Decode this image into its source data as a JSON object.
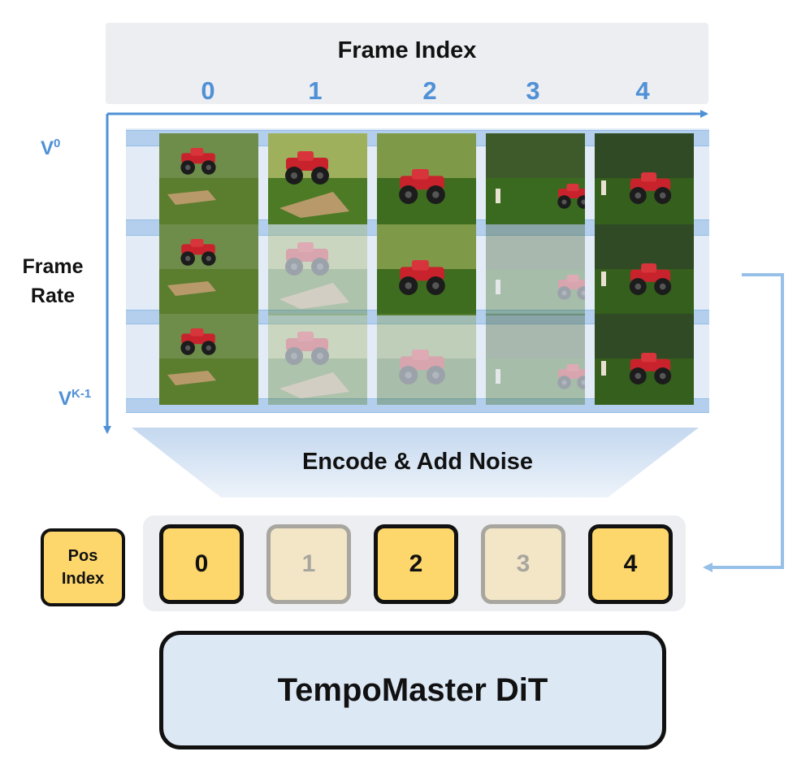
{
  "diagram": {
    "x_axis_title": "Frame Index",
    "column_indices": [
      "0",
      "1",
      "2",
      "3",
      "4"
    ],
    "y_axis_title": "Frame Rate",
    "rows": [
      {
        "label_base": "V",
        "label_sup": "0"
      },
      {
        "label_base": "",
        "label_sup": ""
      },
      {
        "label_base": "V",
        "label_sup": "K-1"
      }
    ],
    "frame_visible": [
      [
        true,
        true,
        true,
        true,
        true
      ],
      [
        true,
        false,
        true,
        false,
        true
      ],
      [
        true,
        false,
        false,
        false,
        true
      ]
    ],
    "encode_label": "Encode & Add Noise",
    "pos_label": "Pos\nIndex",
    "tokens": [
      {
        "label": "0",
        "active": true
      },
      {
        "label": "1",
        "active": false
      },
      {
        "label": "2",
        "active": true
      },
      {
        "label": "3",
        "active": false
      },
      {
        "label": "4",
        "active": true
      }
    ],
    "model_label": "TempoMaster DiT",
    "colors": {
      "accent_blue": "#4f90d6",
      "token_active": "#fdd76b",
      "token_inactive": "#f2e6c7",
      "model_fill": "#dde8f5"
    }
  }
}
